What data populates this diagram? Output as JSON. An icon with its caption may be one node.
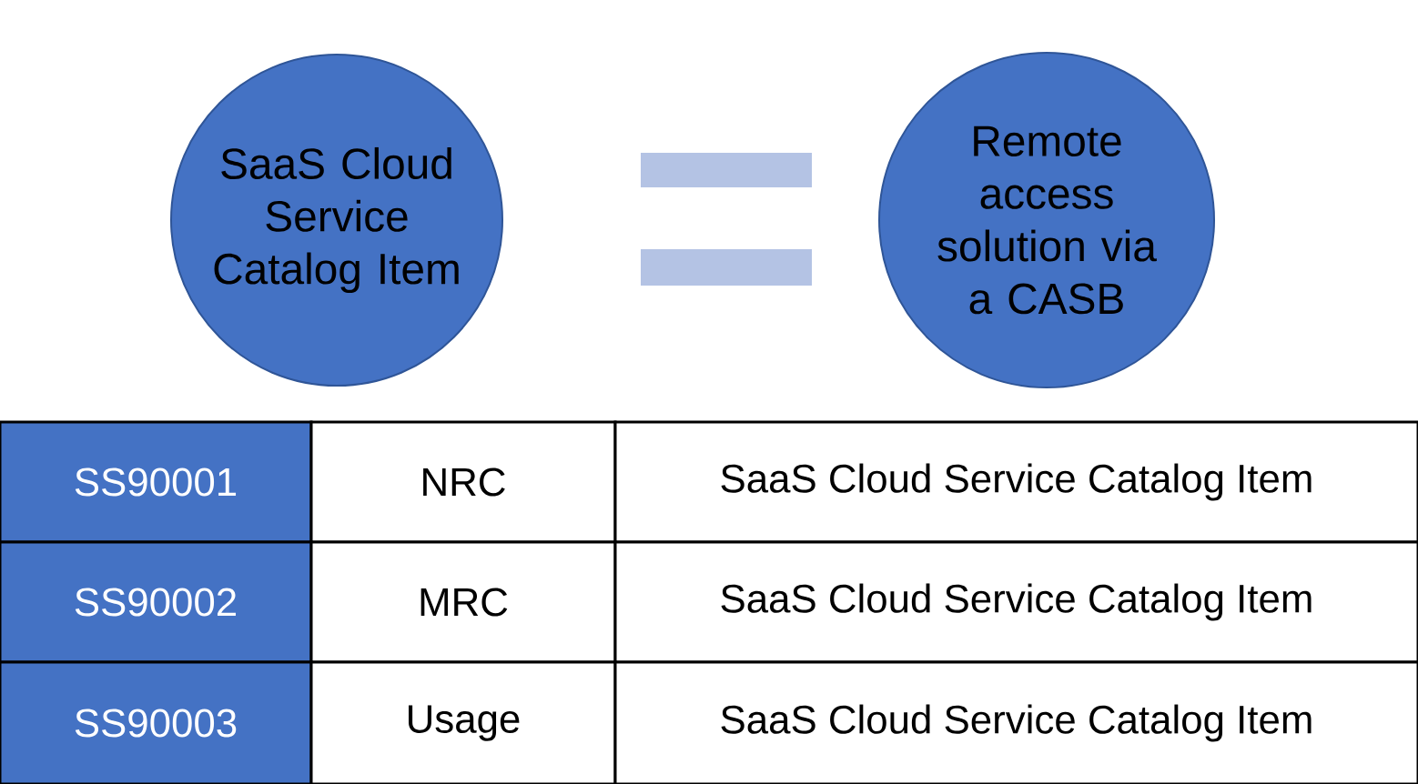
{
  "diagram": {
    "nodes": [
      {
        "text": [
          "SaaS Cloud Service Catalog Item"
        ]
      },
      {
        "text": [
          "Remote access solution via a CASB"
        ]
      }
    ],
    "labels": [
      "SS90001",
      "NRC",
      "SaaS Cloud Service Catalog Item",
      "SS90002",
      "MRC",
      "SaaS Cloud Service Catalog Item",
      "SS90003",
      "Usage",
      "SaaS Cloud Service Catalog Item"
    ]
  }
}
